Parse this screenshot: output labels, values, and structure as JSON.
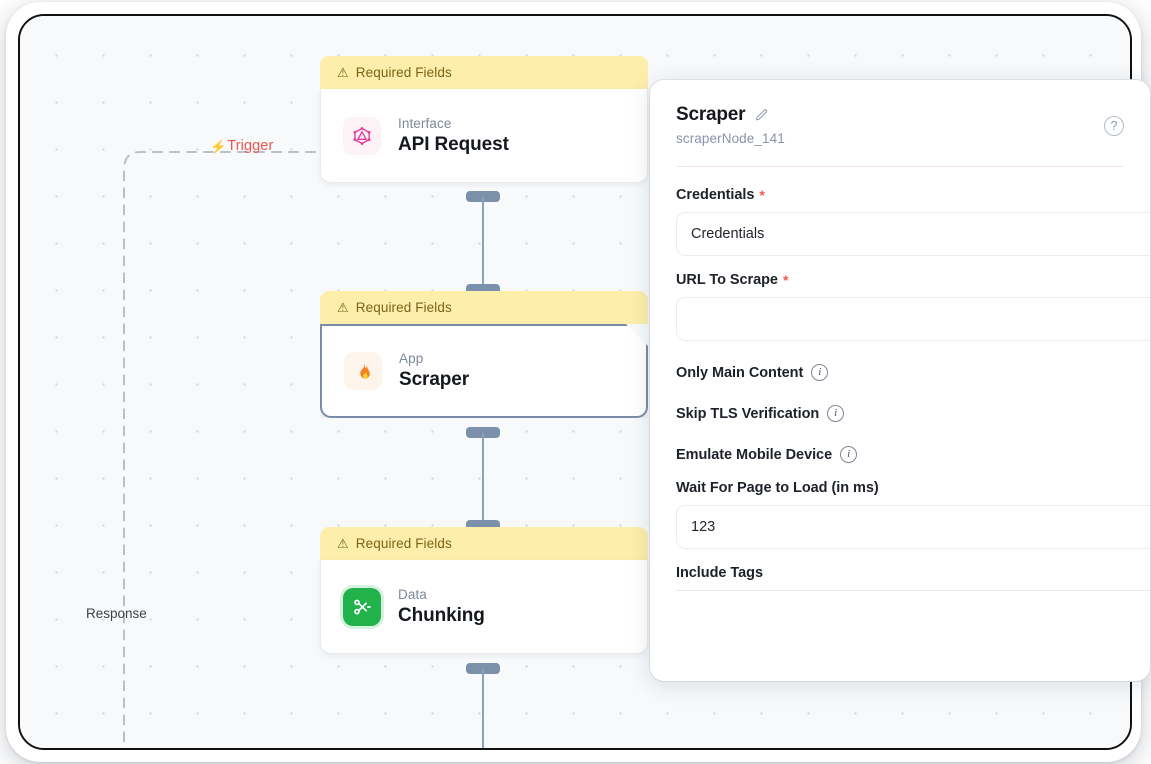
{
  "canvas": {
    "trigger_label": "Trigger",
    "trigger_icon": "lightning-bolt-icon",
    "response_label": "Response",
    "warning_banner_text": "Required Fields",
    "warning_icon": "warning-triangle-icon",
    "accent_trigger_color": "#f2564d",
    "banner_bg_color": "#fdeeab",
    "banner_text_color": "#7a6316",
    "selected_border_color": "#7b8da6",
    "handle_color": "#7b90ab"
  },
  "nodes": [
    {
      "banner": "Required Fields",
      "kind": "Interface",
      "title": "API Request",
      "icon": "graphql-icon",
      "icon_glyph": "⬡",
      "selected": false
    },
    {
      "banner": "Required Fields",
      "kind": "App",
      "title": "Scraper",
      "icon": "flame-icon",
      "icon_glyph": "🔥",
      "selected": true
    },
    {
      "banner": "Required Fields",
      "kind": "Data",
      "title": "Chunking",
      "icon": "scissors-icon",
      "icon_glyph": "✂",
      "selected": false
    }
  ],
  "panel": {
    "title": "Scraper",
    "edit_icon": "pencil-icon",
    "subtitle": "scraperNode_141",
    "help_icon": "question-mark-icon",
    "help_glyph": "?",
    "fields": [
      {
        "label": "Credentials",
        "required": true,
        "required_mark": "*",
        "value": "Credentials",
        "type": "select"
      },
      {
        "label": "URL To Scrape",
        "required": true,
        "required_mark": "*",
        "value": "",
        "type": "text"
      }
    ],
    "toggles": [
      {
        "label": "Only Main Content",
        "info_icon": "info-icon",
        "info_glyph": "i"
      },
      {
        "label": "Skip TLS Verification",
        "info_icon": "info-icon",
        "info_glyph": "i"
      },
      {
        "label": "Emulate Mobile Device",
        "info_icon": "info-icon",
        "info_glyph": "i"
      }
    ],
    "wait_field": {
      "label": "Wait For Page to Load (in ms)",
      "required": false,
      "value": "123",
      "type": "number"
    },
    "include_tags": {
      "label": "Include Tags"
    }
  }
}
